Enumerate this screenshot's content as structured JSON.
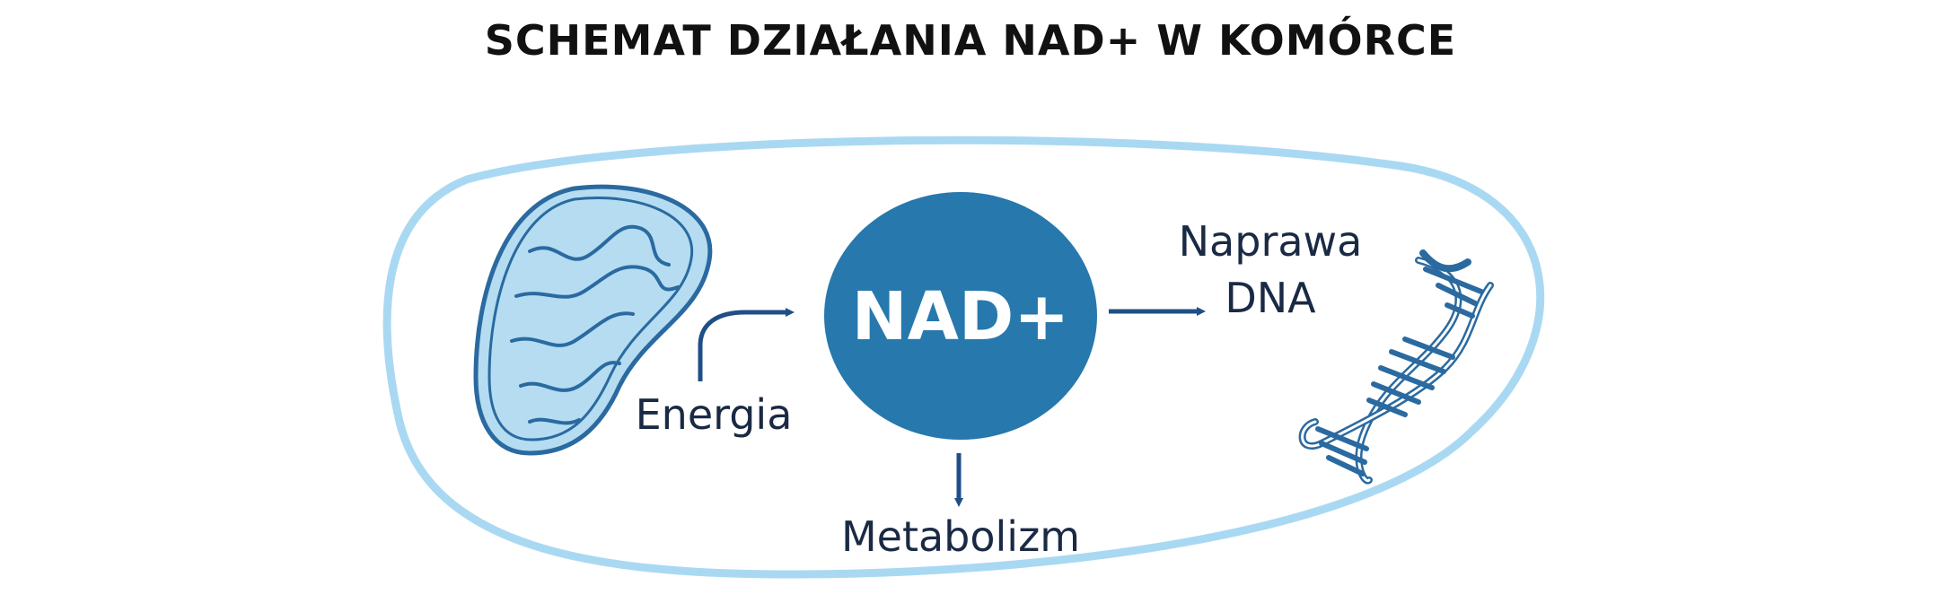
{
  "title": "SCHEMAT DZIAŁANIA NAD+ W KOMÓRCE",
  "nodes": {
    "center": "NAD+",
    "energy": "Energia",
    "metabolism": "Metabolizm",
    "dna_repair_line1": "Naprawa",
    "dna_repair_line2": "DNA"
  },
  "colors": {
    "cell_membrane": "#a9d9f2",
    "nad_circle": "#2778ad",
    "arrow": "#1f4f86",
    "mitochondrion_fill": "#b5dcf1",
    "mitochondrion_stroke": "#2a6aa0",
    "dna": "#2a6aa0",
    "text": "#1a2a44"
  },
  "icons": {
    "mitochondrion": "mitochondrion-icon",
    "dna": "dna-helix-icon"
  }
}
